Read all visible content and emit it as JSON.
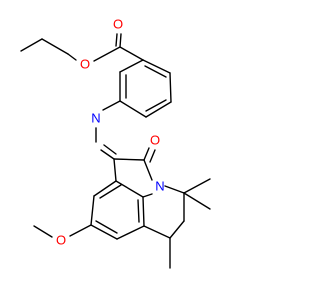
{
  "molecule": {
    "atom_labels": {
      "ester_ether_o": "O",
      "ester_carbonyl_o": "O",
      "imine_n": "N",
      "lactam_o": "O",
      "ring_n": "N",
      "methoxy_o": "O"
    },
    "colors": {
      "bond": "#000000",
      "oxygen": "#ff0000",
      "nitrogen": "#0000ff",
      "background": "#ffffff"
    }
  }
}
